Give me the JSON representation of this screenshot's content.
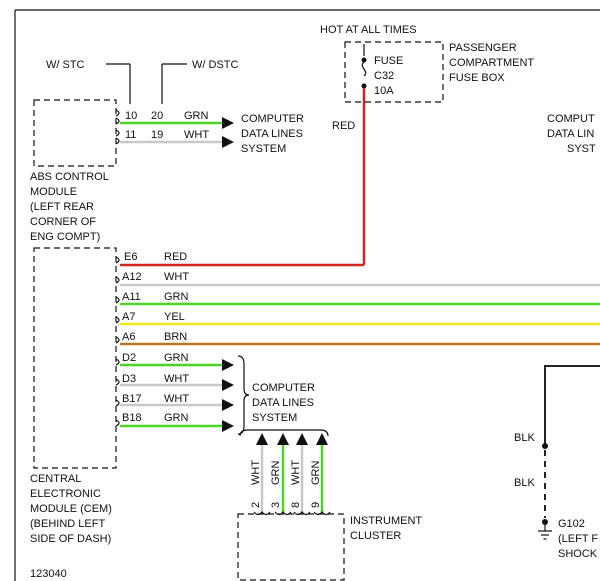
{
  "labels": {
    "hot_at_all_times": "HOT AT ALL TIMES",
    "fuse_line1": "FUSE",
    "fuse_line2": "C32",
    "fuse_line3": "10A",
    "pass_box": [
      "PASSENGER",
      "COMPARTMENT",
      "FUSE BOX"
    ],
    "w_stc": "W/ STC",
    "w_dstc": "W/ DSTC",
    "red_fuse_wire": "RED",
    "abs_module": [
      "ABS CONTROL",
      "MODULE",
      "(LEFT REAR",
      "CORNER OF",
      "ENG COMPT)"
    ],
    "abs_pins": [
      {
        "pin_a": "10",
        "pin_b": "20",
        "color": "GRN"
      },
      {
        "pin_a": "11",
        "pin_b": "19",
        "color": "WHT"
      }
    ],
    "computer_data_lines_1": [
      "COMPUTER",
      "DATA LINES",
      "SYSTEM"
    ],
    "computer_data_lines_right": [
      "COMPUT",
      "DATA LIN",
      "SYST"
    ],
    "cem_pins": [
      {
        "pin": "E6",
        "color": "RED"
      },
      {
        "pin": "A12",
        "color": "WHT"
      },
      {
        "pin": "A11",
        "color": "GRN"
      },
      {
        "pin": "A7",
        "color": "YEL"
      },
      {
        "pin": "A6",
        "color": "BRN"
      },
      {
        "pin": "D2",
        "color": "GRN"
      },
      {
        "pin": "D3",
        "color": "WHT"
      },
      {
        "pin": "B17",
        "color": "WHT"
      },
      {
        "pin": "B18",
        "color": "GRN"
      }
    ],
    "computer_data_lines_2": [
      "COMPUTER",
      "DATA LINES",
      "SYSTEM"
    ],
    "cem_module": [
      "CENTRAL",
      "ELECTRONIC",
      "MODULE (CEM)",
      "(BEHIND LEFT",
      "SIDE OF DASH)"
    ],
    "cluster_wires": [
      {
        "color": "WHT",
        "pin": "2"
      },
      {
        "color": "GRN",
        "pin": "3"
      },
      {
        "color": "WHT",
        "pin": "8"
      },
      {
        "color": "GRN",
        "pin": "9"
      }
    ],
    "instrument_cluster": [
      "INSTRUMENT",
      "CLUSTER"
    ],
    "blk_1": "BLK",
    "blk_2": "BLK",
    "ground": [
      "G102",
      "(LEFT F",
      "SHOCK"
    ],
    "figure_number": "123040"
  },
  "colors": {
    "grn": "#4cd424",
    "red": "#d0261e",
    "yel": "#f0ea1a",
    "brn": "#b8761e",
    "wht": "#c8c8c8",
    "blk": "#222222"
  }
}
